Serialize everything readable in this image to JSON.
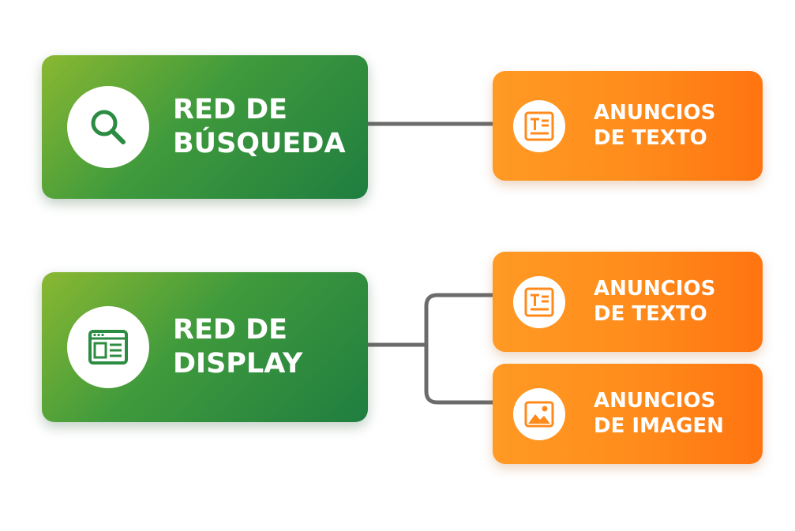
{
  "colors": {
    "network_green": "#3f9a3c",
    "adtype_orange": "#ff8d1c",
    "connector": "#6b6b6b"
  },
  "networks": [
    {
      "id": "search",
      "icon": "search-icon",
      "line1": "RED DE",
      "line2": "BÚSQUEDA",
      "ads": [
        {
          "icon": "text-ad-icon",
          "line1": "ANUNCIOS",
          "line2": "DE TEXTO"
        }
      ]
    },
    {
      "id": "display",
      "icon": "browser-window-icon",
      "line1": "RED DE",
      "line2": "DISPLAY",
      "ads": [
        {
          "icon": "text-ad-icon",
          "line1": "ANUNCIOS",
          "line2": "DE TEXTO"
        },
        {
          "icon": "image-icon",
          "line1": "ANUNCIOS",
          "line2": "DE IMAGEN"
        }
      ]
    }
  ]
}
